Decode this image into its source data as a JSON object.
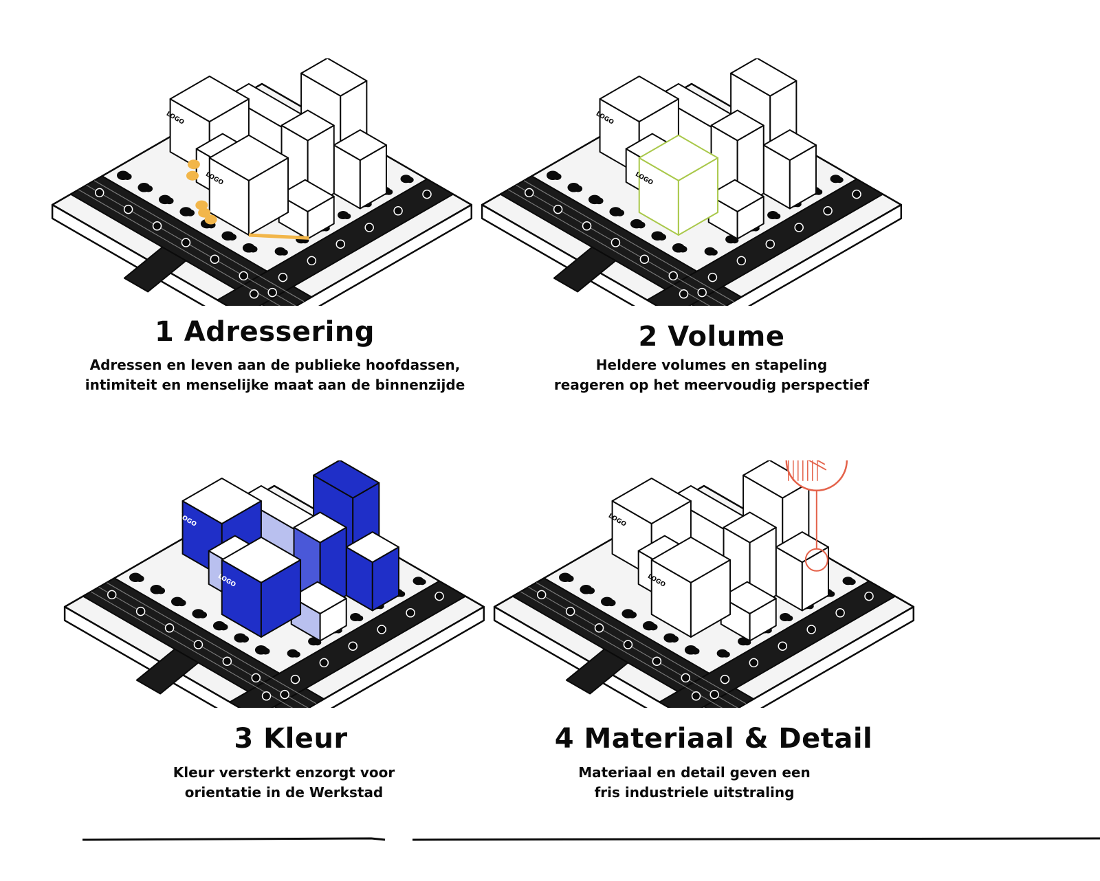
{
  "palette": {
    "ink": "#0a0a0a",
    "paper": "#ffffff",
    "adressering_accent": "#f2b64a",
    "volume_accent": "#a9c84a",
    "kleur_deep": "#1f2fc8",
    "kleur_mid": "#4a58d8",
    "kleur_light": "#b9c0ef",
    "detail_accent": "#e4624a"
  },
  "logo_text": "LOGO",
  "panels": [
    {
      "title": "1 Adressering",
      "lines": [
        "Adressen en leven aan de publieke hoofdassen,",
        "intimiteit en menselijke maat aan de binnenzijde"
      ],
      "theme": "adressering"
    },
    {
      "title": "2 Volume",
      "lines": [
        "Heldere volumes en stapeling",
        "reageren op het meervoudig perspectief"
      ],
      "theme": "volume"
    },
    {
      "title": "3 Kleur",
      "lines": [
        "Kleur versterkt enzorgt voor",
        "orientatie in de Werkstad"
      ],
      "theme": "kleur"
    },
    {
      "title": "4 Materiaal & Detail",
      "lines": [
        "Materiaal en detail geven een",
        "fris industriele uitstraling"
      ],
      "theme": "detail"
    }
  ]
}
